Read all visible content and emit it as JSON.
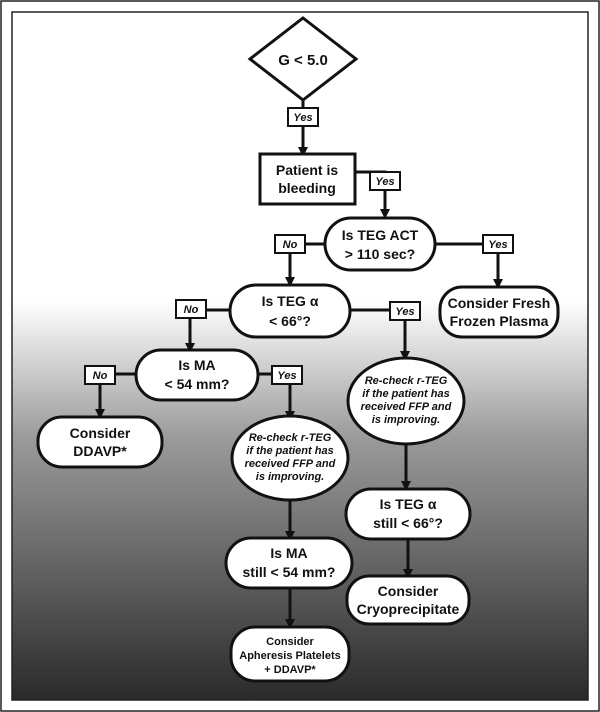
{
  "diagram": {
    "nodes": {
      "g_check": "G < 5.0",
      "bleeding": [
        "Patient is",
        "bleeding"
      ],
      "act": [
        "Is TEG ACT",
        "> 110 sec?"
      ],
      "ffp": [
        "Consider Fresh",
        "Frozen Plasma"
      ],
      "alpha1": [
        "Is TEG α",
        "< 66°?"
      ],
      "ma1": [
        "Is MA",
        "< 54 mm?"
      ],
      "ddavp": [
        "Consider",
        "DDAVP*"
      ],
      "recheck_right": [
        "Re-check r-TEG",
        "if the patient has",
        "received FFP and",
        "is improving."
      ],
      "recheck_mid": [
        "Re-check r-TEG",
        "if the patient has",
        "received FFP and",
        "is improving."
      ],
      "alpha2": [
        "Is TEG α",
        "still < 66°?"
      ],
      "ma2": [
        "Is MA",
        "still < 54 mm?"
      ],
      "cryo": [
        "Consider",
        "Cryoprecipitate"
      ],
      "platelets": [
        "Consider",
        "Apheresis Platelets",
        "+ DDAVP*"
      ]
    },
    "labels": {
      "yes": "Yes",
      "no": "No"
    }
  }
}
